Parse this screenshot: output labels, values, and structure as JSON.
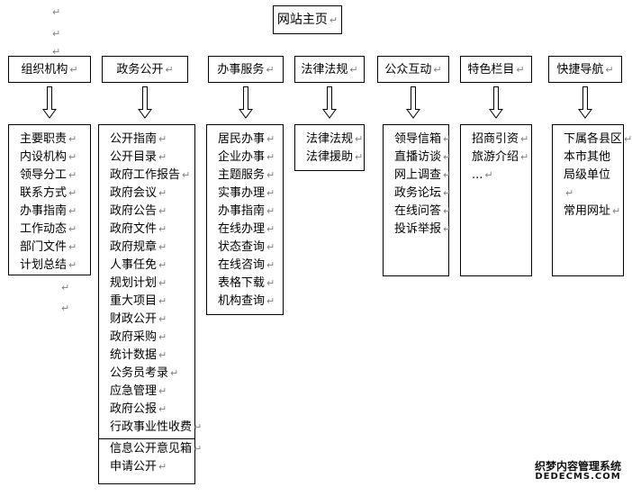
{
  "diagram": {
    "type": "tree-sitemap",
    "pilcrow": "↵",
    "root": {
      "label": "网站主页"
    },
    "columns": [
      {
        "header": "组织机构",
        "items": [
          "主要职责",
          "内设机构",
          "领导分工",
          "联系方式",
          "办事指南",
          "工作动态",
          "部门文件",
          "计划总结"
        ]
      },
      {
        "header": "政务公开",
        "items": [
          "公开指南",
          "公开目录",
          "政府工作报告",
          "政府会议",
          "政府公告",
          "政府文件",
          "政府规章",
          "人事任免",
          "规划计划",
          "重大项目",
          "财政公开",
          "政府采购",
          "统计数据",
          "公务员考录",
          "应急管理",
          "政府公报",
          "行政事业性收费",
          "信息公开意见箱",
          "申请公开"
        ],
        "divider_before_index": 17
      },
      {
        "header": "办事服务",
        "items": [
          "居民办事",
          "企业办事",
          "主题服务",
          "实事办理",
          "办事指南",
          "在线办理",
          "状态查询",
          "在线咨询",
          "表格下载",
          "机构查询"
        ]
      },
      {
        "header": "法律法规",
        "items": [
          "法律法规",
          "法律援助"
        ]
      },
      {
        "header": "公众互动",
        "items": [
          "领导信箱",
          "直播访谈",
          "网上调查",
          "政务论坛",
          "在线问答",
          "投诉举报"
        ]
      },
      {
        "header": "特色栏目",
        "items": [
          "招商引资",
          "旅游介绍",
          "..."
        ]
      },
      {
        "header": "快捷导航",
        "items": [
          "下属各县区",
          "本市其他局级单位",
          "常用网址"
        ]
      }
    ]
  },
  "watermark": {
    "cn": "织梦内容管理系统",
    "en": "DEDECMS.COM"
  }
}
